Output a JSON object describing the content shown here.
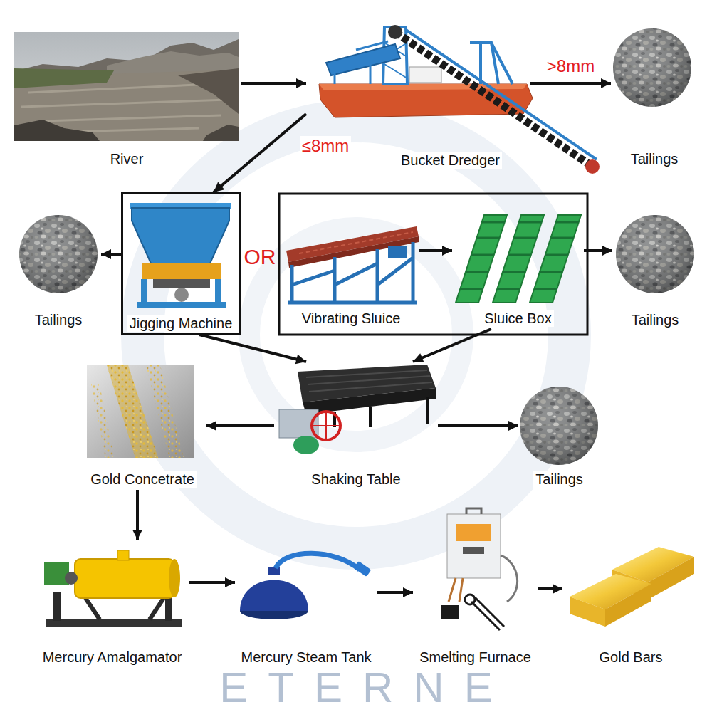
{
  "diagram": {
    "nodes": [
      {
        "text": [
          "River"
        ]
      },
      {
        "text": [
          "Bucket Dredger"
        ]
      },
      {
        "text": [
          "Tailings"
        ]
      },
      {
        "text": [
          "Tailings"
        ]
      },
      {
        "text": [
          "Jigging Machine"
        ]
      },
      {
        "text": [
          "Vibrating Sluice"
        ]
      },
      {
        "text": [
          "Sluice Box"
        ]
      },
      {
        "text": [
          "Tailings"
        ]
      },
      {
        "text": [
          "Gold Concetrate"
        ]
      },
      {
        "text": [
          "Shaking Table"
        ]
      },
      {
        "text": [
          "Tailings"
        ]
      },
      {
        "text": [
          "Mercury Amalgamator"
        ]
      },
      {
        "text": [
          "Mercury Steam Tank"
        ]
      },
      {
        "text": [
          "Smelting Furnace"
        ]
      },
      {
        "text": [
          "Gold Bars"
        ]
      }
    ],
    "edges": [
      {
        "from": 0,
        "to": 1,
        "arrow": "to"
      },
      {
        "from": 1,
        "to": 2,
        "label": ">8mm",
        "arrow": "to"
      },
      {
        "from": 1,
        "to": 4,
        "label": "≤8mm",
        "arrow": "to"
      },
      {
        "from": 4,
        "to": 3,
        "arrow": "to"
      },
      {
        "from": 5,
        "to": 6,
        "arrow": "to"
      },
      {
        "from": 6,
        "to": 7,
        "arrow": "to"
      },
      {
        "from": 4,
        "to": 9,
        "arrow": "to"
      },
      {
        "from": 6,
        "to": 9,
        "arrow": "to"
      },
      {
        "from": 9,
        "to": 8,
        "arrow": "to"
      },
      {
        "from": 9,
        "to": 10,
        "arrow": "to"
      },
      {
        "from": 8,
        "to": 11,
        "arrow": "to"
      },
      {
        "from": 11,
        "to": 12,
        "arrow": "to"
      },
      {
        "from": 12,
        "to": 13,
        "arrow": "to"
      },
      {
        "from": 13,
        "to": 14,
        "arrow": "to"
      }
    ],
    "labels": [
      "OR",
      "ETERNE"
    ]
  }
}
